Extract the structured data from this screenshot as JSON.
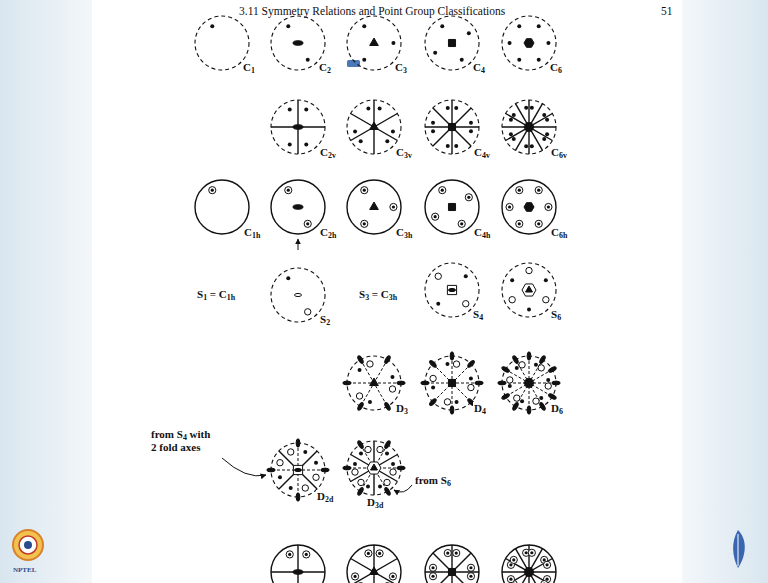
{
  "diagram": {
    "labels": [
      "3.11 Symmetry Relations and Point Group Classifications",
      "51",
      "C1",
      "C2",
      "C3",
      "C4",
      "C6",
      "C2v",
      "C3v",
      "C4v",
      "C6v",
      "C1h",
      "C2h",
      "C3h",
      "C4h",
      "C6h",
      "S1 = C1h",
      "S2",
      "S3 = C3h",
      "S4",
      "S6",
      "D3",
      "D4",
      "D6",
      "from S4 with 2 fold axes",
      "D2d",
      "D3d",
      "from S6",
      "NPTEL"
    ]
  }
}
